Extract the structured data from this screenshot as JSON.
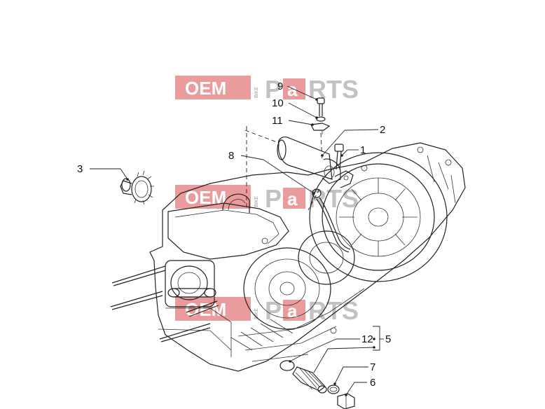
{
  "watermark": {
    "left": "OEM",
    "vertical": "BIKE",
    "right_a": "P",
    "right_b": "a",
    "right_c": "RTS",
    "accent_color": "#d94a4a"
  },
  "callouts": [
    {
      "id": "c1",
      "label": "1"
    },
    {
      "id": "c2",
      "label": "2"
    },
    {
      "id": "c3",
      "label": "3"
    },
    {
      "id": "c5",
      "label": "5"
    },
    {
      "id": "c6",
      "label": "6"
    },
    {
      "id": "c7",
      "label": "7"
    },
    {
      "id": "c8",
      "label": "8"
    },
    {
      "id": "c9",
      "label": "9"
    },
    {
      "id": "c10",
      "label": "10"
    },
    {
      "id": "c11",
      "label": "11"
    },
    {
      "id": "c12",
      "label": "12"
    }
  ]
}
